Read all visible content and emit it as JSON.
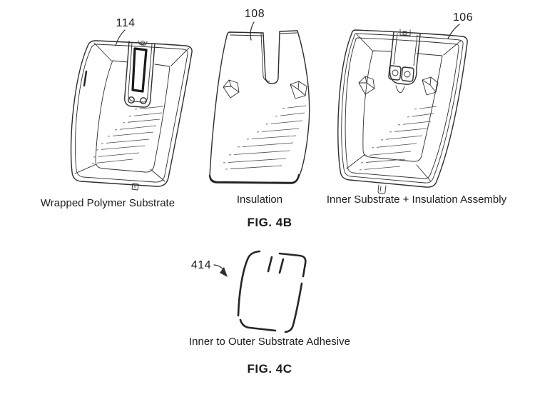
{
  "figure_4b": {
    "caption": "FIG. 4B",
    "items": [
      {
        "ref": "114",
        "label": "Wrapped Polymer Substrate"
      },
      {
        "ref": "108",
        "label": "Insulation"
      },
      {
        "ref": "106",
        "label": "Inner Substrate + Insulation Assembly"
      }
    ]
  },
  "figure_4c": {
    "caption": "FIG. 4C",
    "items": [
      {
        "ref": "414",
        "label": "Inner to Outer Substrate Adhesive"
      }
    ]
  },
  "colors": {
    "background": "#ffffff",
    "line_art": "#2e2e2e",
    "text": "#1c1c1c"
  }
}
